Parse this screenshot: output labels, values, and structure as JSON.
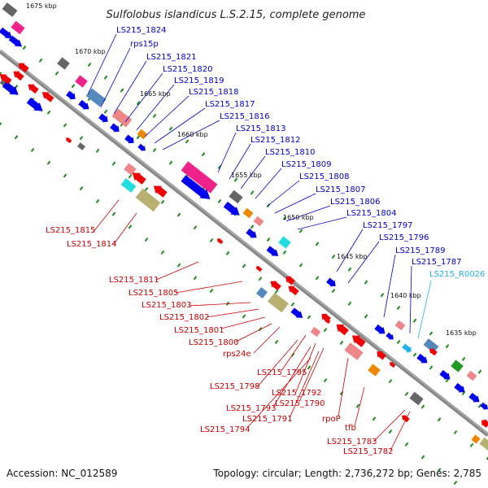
{
  "map": {
    "title": "Sulfolobus islandicus L.S.2.15, complete genome",
    "footer_left": "Accession: NC_012589",
    "footer_right": "Topology: circular; Length: 2,736,272 bp; Genes: 2,785",
    "colors": {
      "backbone": "#888888",
      "forward_gene": "#0000ee",
      "reverse_gene": "#ee0000",
      "forward_label": "#0000cc",
      "reverse_label": "#cc0000",
      "rna_label": "#22b0ee",
      "tick": "#1d8a1d",
      "cog_pink": "#ee2288",
      "cog_khaki": "#b8b070",
      "cog_salmon": "#ee8888",
      "cog_blue": "#5588bb",
      "cog_cyan": "#22dddd",
      "cog_orange": "#ee8800",
      "cog_grey": "#666666",
      "cog_green": "#229922"
    },
    "kbp_labels": [
      "1675 kbp",
      "1670 kbp",
      "1665 kbp",
      "1660 kbp",
      "1655 kbp",
      "1650 kbp",
      "1645 kbp",
      "1640 kbp",
      "1635 kbp"
    ],
    "forward_labels": [
      "LS215_1824",
      "rps15p",
      "LS215_1821",
      "LS215_1820",
      "LS215_1819",
      "LS215_1818",
      "LS215_1817",
      "LS215_1816",
      "LS215_1813",
      "LS215_1812",
      "LS215_1810",
      "LS215_1809",
      "LS215_1808",
      "LS215_1807",
      "LS215_1806",
      "LS215_1804",
      "LS215_1797",
      "LS215_1796",
      "LS215_1789",
      "LS215_1787"
    ],
    "rna_labels": [
      "LS215_R0026"
    ],
    "reverse_labels": [
      "LS215_1815",
      "LS215_1814",
      "LS215_1811",
      "LS215_1805",
      "LS215_1803",
      "LS215_1802",
      "LS215_1801",
      "LS215_1800",
      "rps24e",
      "LS215_1795",
      "LS215_1798",
      "LS215_1792",
      "LS215_1793",
      "LS215_1790",
      "LS215_1791",
      "LS215_1794",
      "rpoP",
      "tfb",
      "LS215_1783",
      "LS215_1782"
    ]
  }
}
